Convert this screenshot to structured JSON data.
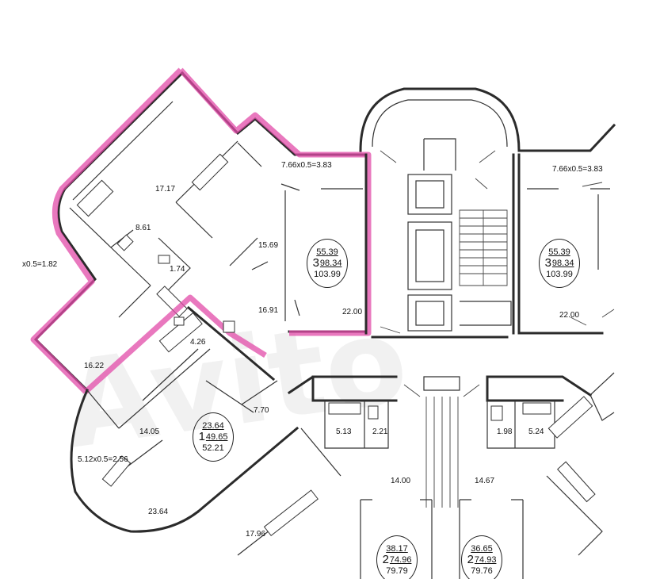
{
  "room_areas": {
    "r17_17": "17.17",
    "r8_61": "8.61",
    "r1_74": "1.74",
    "r15_69": "15.69",
    "r16_91": "16.91",
    "r22_00a": "22.00",
    "r22_00b": "22.00",
    "r4_26": "4.26",
    "r16_22": "16.22",
    "r7_70": "7.70",
    "r14_05": "14.05",
    "r23_64": "23.64",
    "r17_96": "17.96",
    "r5_13": "5.13",
    "r2_21": "2.21",
    "r14_00": "14.00",
    "r14_67": "14.67",
    "r1_98": "1.98",
    "r5_24": "5.24"
  },
  "balcony_labels": {
    "b1": "7.66x0.5=3.83",
    "b2": "7.66x0.5=3.83",
    "b3": "x0.5=1.82",
    "b4": "5.12x0.5=2.56"
  },
  "apartments": [
    {
      "living": "55.39",
      "rooms": "3",
      "total": "98.34",
      "total_with_balcony": "103.99"
    },
    {
      "living": "55.39",
      "rooms": "3",
      "total": "98.34",
      "total_with_balcony": "103.99"
    },
    {
      "living": "23.64",
      "rooms": "1",
      "total": "49.65",
      "total_with_balcony": "52.21"
    },
    {
      "living": "38.17",
      "rooms": "2",
      "total": "74.96",
      "total_with_balcony": "79.79"
    },
    {
      "living": "36.65",
      "rooms": "2",
      "total": "74.93",
      "total_with_balcony": "79.76"
    }
  ],
  "watermark": "Avito",
  "colors": {
    "highlight": "#e24ba8",
    "walls": "#2b2b2b",
    "background": "#ffffff"
  }
}
